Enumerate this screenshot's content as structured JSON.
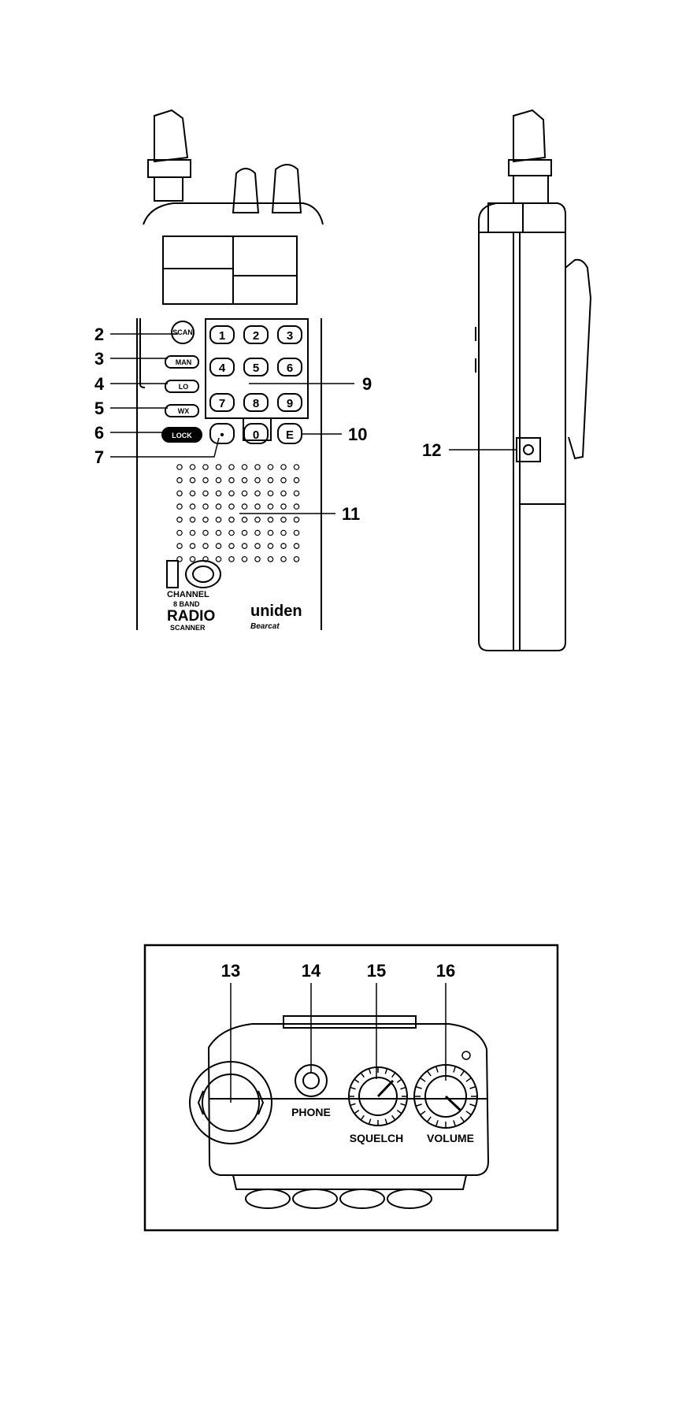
{
  "front_view": {
    "buttons": {
      "scan": "SCAN",
      "man": "MAN",
      "lo": "LO",
      "wx": "WX",
      "lock": "LOCK",
      "dot": "•",
      "enter": "E"
    },
    "keys": [
      "1",
      "2",
      "3",
      "4",
      "5",
      "6",
      "7",
      "8",
      "9",
      "0"
    ],
    "logo": {
      "number": "10",
      "line1": "CHANNEL",
      "line2": "8 BAND",
      "line3": "RADIO",
      "line4": "SCANNER"
    },
    "brand": {
      "name": "uniden",
      "sub": "Bearcat"
    },
    "callouts": [
      "2",
      "3",
      "4",
      "5",
      "6",
      "7",
      "9",
      "10",
      "11"
    ]
  },
  "side_view": {
    "callouts": [
      "12"
    ]
  },
  "top_view": {
    "callouts": [
      "13",
      "14",
      "15",
      "16"
    ],
    "labels": {
      "phone": "PHONE",
      "squelch": "SQUELCH",
      "volume": "VOLUME"
    }
  }
}
